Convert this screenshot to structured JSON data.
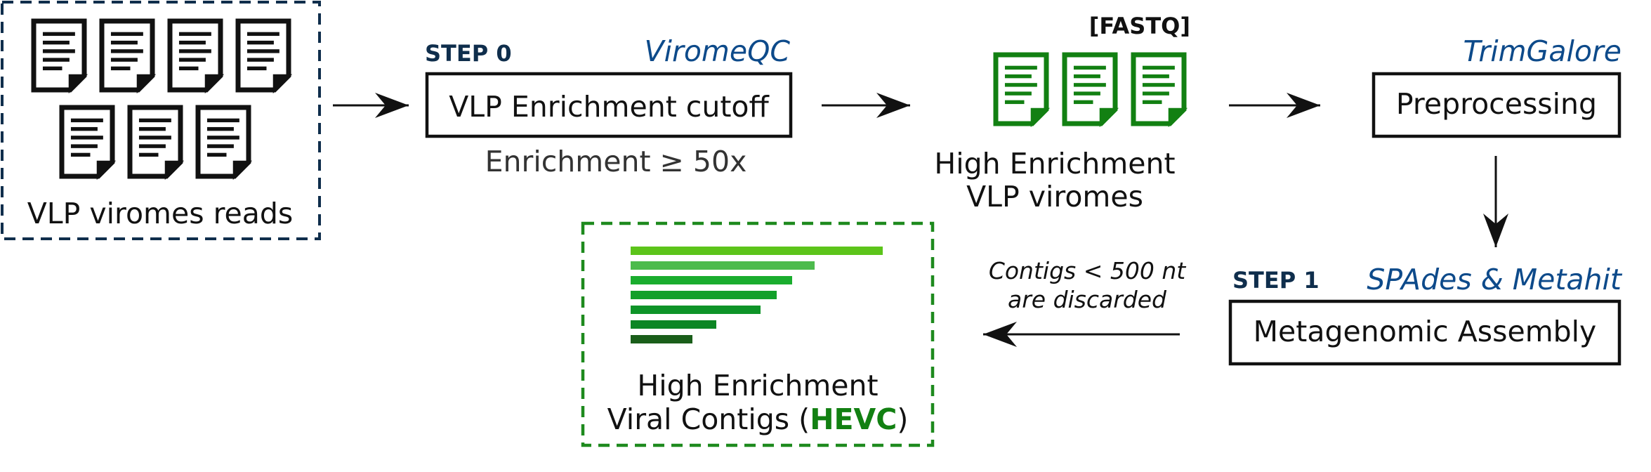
{
  "input": {
    "label": "VLP viromes reads",
    "doc_count": 7,
    "icon": "document-icon",
    "border_color": "#0f2e4c"
  },
  "step0": {
    "step_label": "STEP 0",
    "tool": "ViromeQC",
    "box_label": "VLP Enrichment cutoff",
    "criterion": "Enrichment ≥ 50x"
  },
  "filtered": {
    "format": "[FASTQ]",
    "label_line1": "High Enrichment",
    "label_line2": "VLP viromes",
    "doc_count": 3,
    "icon": "document-icon",
    "icon_color": "#128012"
  },
  "preprocessing": {
    "tool": "TrimGalore",
    "box_label": "Preprocessing"
  },
  "step1": {
    "step_label": "STEP 1",
    "tool": "SPAdes & Metahit",
    "box_label": "Metagenomic Assembly"
  },
  "filter_note": {
    "line1": "Contigs < 500 nt",
    "line2": "are discarded"
  },
  "output": {
    "label_line1": "High Enrichment",
    "label_line2_prefix": "Viral Contigs (",
    "label_line2_highlight": "HEVC",
    "label_line2_suffix": ")",
    "border_color": "#1e8a1e",
    "highlight_color": "#128012",
    "icon": "contig-bars-icon",
    "bar_colors": [
      "#5cc41a",
      "#4dbb4d",
      "#1aad2e",
      "#12a02a",
      "#0e9428",
      "#0c8624",
      "#1a5e1a"
    ]
  },
  "colors": {
    "step": "#0f2e4c",
    "tool": "#0d4a8a",
    "box_border": "#111111",
    "arrow": "#111111"
  }
}
